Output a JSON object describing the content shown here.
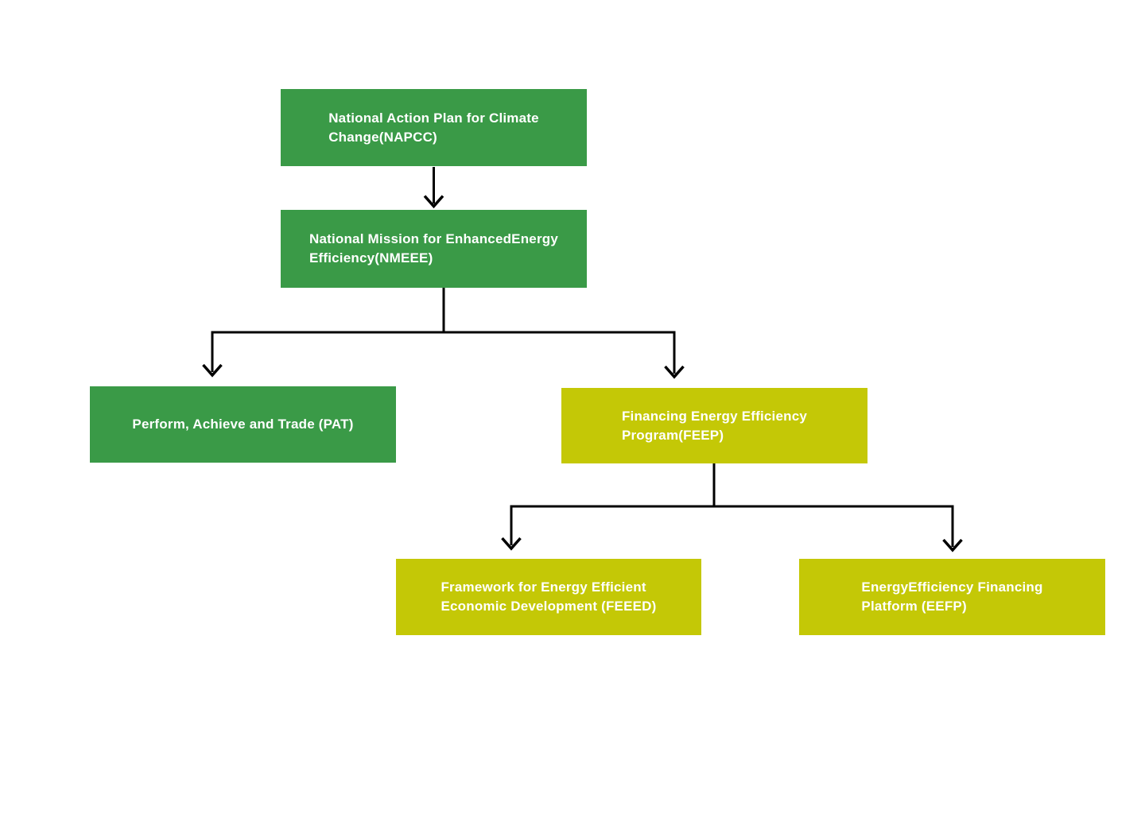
{
  "diagram": {
    "type": "flowchart",
    "colors": {
      "green": "#3A9A47",
      "yellow": "#C4C806",
      "label_text": "#FFFFFF",
      "connector": "#000000",
      "background": "#FFFFFF"
    },
    "nodes": {
      "napcc": {
        "label": "National Action Plan for Climate\nChange(NAPCC)",
        "color": "green"
      },
      "nmeee": {
        "label": "National Mission for EnhancedEnergy\nEfficiency(NMEEE)",
        "color": "green"
      },
      "pat": {
        "label": "Perform, Achieve and Trade (PAT)",
        "color": "green"
      },
      "feep": {
        "label": "Financing Energy Efficiency\nProgram(FEEP)",
        "color": "yellow"
      },
      "feeed": {
        "label": "Framework for Energy Efficient\nEconomic Development (FEEED)",
        "color": "yellow"
      },
      "eefp": {
        "label": "EnergyEfficiency Financing\nPlatform (EEFP)",
        "color": "yellow"
      }
    },
    "edges": [
      {
        "from": "napcc",
        "to": "nmeee"
      },
      {
        "from": "nmeee",
        "to": "pat"
      },
      {
        "from": "nmeee",
        "to": "feep"
      },
      {
        "from": "feep",
        "to": "feeed"
      },
      {
        "from": "feep",
        "to": "eefp"
      }
    ]
  }
}
